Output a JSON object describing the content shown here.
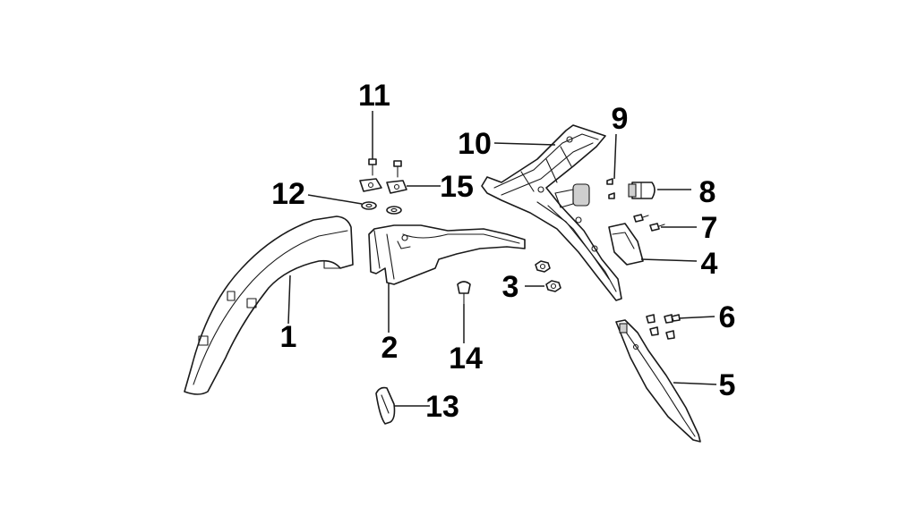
{
  "diagram": {
    "callouts": [
      {
        "id": "1",
        "label": "1"
      },
      {
        "id": "2",
        "label": "2"
      },
      {
        "id": "3",
        "label": "3"
      },
      {
        "id": "4",
        "label": "4"
      },
      {
        "id": "5",
        "label": "5"
      },
      {
        "id": "6",
        "label": "6"
      },
      {
        "id": "7",
        "label": "7"
      },
      {
        "id": "8",
        "label": "8"
      },
      {
        "id": "9",
        "label": "9"
      },
      {
        "id": "10",
        "label": "10"
      },
      {
        "id": "11",
        "label": "11"
      },
      {
        "id": "12",
        "label": "12"
      },
      {
        "id": "13",
        "label": "13"
      },
      {
        "id": "14",
        "label": "14"
      },
      {
        "id": "15",
        "label": "15"
      }
    ],
    "colors": {
      "line": "#1a1a1a",
      "label": "#000000",
      "background": "#ffffff"
    }
  }
}
